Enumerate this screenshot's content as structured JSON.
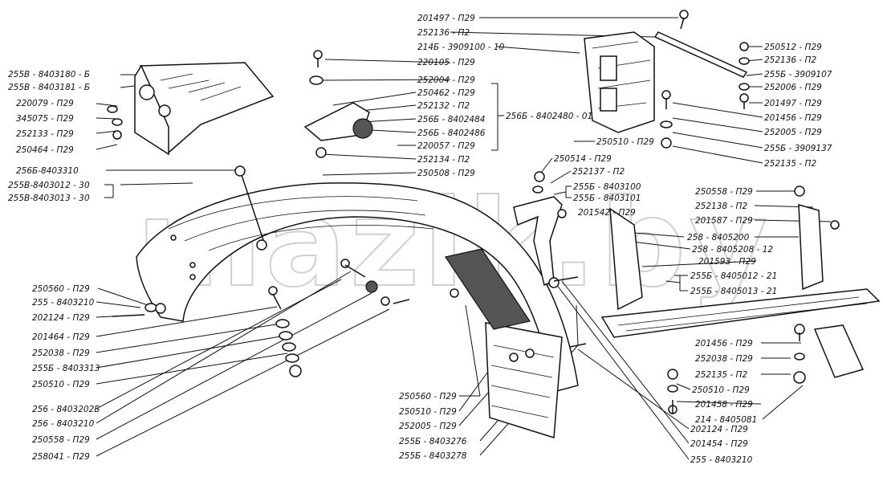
{
  "watermark": "mazik.by",
  "labels": {
    "l01": "201497 - П29",
    "l02": "252136 - П2",
    "l03": "214Б - 3909100 - 10",
    "l04": "250512 - П29",
    "l05": "252136 - П2",
    "l06": "255Б - 3909107",
    "l07": "252006 - П29",
    "l08": "201497 - П29",
    "l09": "220105 - П29",
    "l10": "252004 - П29",
    "l11": "255В - 8403180 - Б",
    "l12": "255В - 8403181 - Б",
    "l13": "220079 - П29",
    "l14": "345075 - П29",
    "l15": "252133 - П29",
    "l16": "250464 - П29",
    "l17": "250462 - П29",
    "l18": "252132 - П2",
    "l19": "256Б - 8402484",
    "l20": "256Б - 8402486",
    "l21": "220057 - П29",
    "l22": "252134 - П2",
    "l23": "250508 - П29",
    "l24": "256Б - 8402480 - 01",
    "l25": "201456 - П29",
    "l26": "252005 - П29",
    "l27": "255Б - 3909137",
    "l28": "252135 - П2",
    "l29": "250510 - П29",
    "l30": "256Б-8403310",
    "l31": "255В-8403012 - 30",
    "l32": "255В-8403013 - 30",
    "l33": "250514 - П29",
    "l34": "252137 - П2",
    "l35": "255Б - 8403100",
    "l36": "255Б - 8403101",
    "l37": "201542 - П29",
    "l38": "250558 - П29",
    "l39": "252138 - П2",
    "l40": "201587 - П29",
    "l41": "258 - 8405200",
    "l42": "258 - 8405208 - 12",
    "l43": "201593 - П29",
    "l44": "255Б - 8405012 - 21",
    "l45": "255Б - 8405013 - 21",
    "l46": "250560 - П29",
    "l47": "255 - 8403210",
    "l48": "202124 - П29",
    "l49": "201464 - П29",
    "l50": "252038 - П29",
    "l51": "255Б - 8403313",
    "l52": "250510 - П29",
    "l53": "256 - 8403202Б",
    "l54": "256 - 8403210",
    "l55": "250558 - П29",
    "l56": "258041 - П29",
    "l57": "250560 - П29",
    "l58": "250510 - П29",
    "l59": "252005 - П29",
    "l60": "255Б - 8403276",
    "l61": "255Б - 8403278",
    "l62": "201456 - П29",
    "l63": "252038 - П29",
    "l64": "252135 - П2",
    "l65": "250510 - П29",
    "l66": "201458 - П29",
    "l67": "214 - 8405081",
    "l68": "202124 - П29",
    "l69": "201454 - П29",
    "l70": "255 - 8403210"
  },
  "icons": {
    "bolt": "bolt-icon",
    "nut": "nut-icon",
    "washer": "washer-icon"
  }
}
